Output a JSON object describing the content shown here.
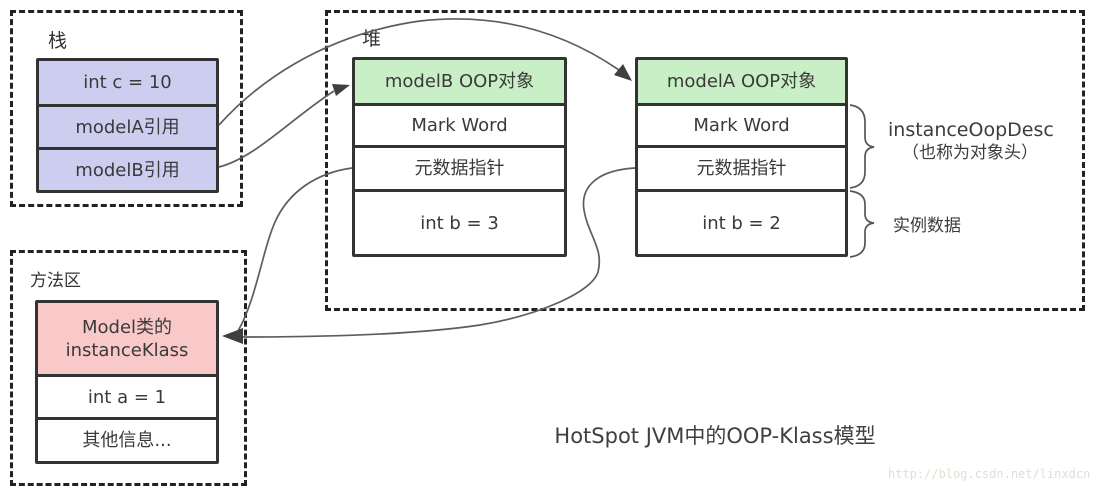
{
  "colors": {
    "stack_fill": "#cdcdf0",
    "oop_header_fill": "#c9efc6",
    "klass_header_fill": "#f9c8c8",
    "border": "#333333",
    "arrow": "#5d5d5d",
    "watermark": "#e4ddd3"
  },
  "stack": {
    "label": "栈",
    "rows": [
      "int c = 10",
      "modelA引用",
      "modelB引用"
    ]
  },
  "heap": {
    "label": "堆",
    "modelB": {
      "header": "modelB OOP对象",
      "rows": [
        "Mark Word",
        "元数据指针",
        "int b = 3"
      ]
    },
    "modelA": {
      "header": "modelA OOP对象",
      "rows": [
        "Mark Word",
        "元数据指针",
        "int b = 2"
      ]
    }
  },
  "method_area": {
    "label": "方法区",
    "header_line1": "Model类的",
    "header_line2": "instanceKlass",
    "rows": [
      "int a = 1",
      "其他信息..."
    ]
  },
  "annotations": {
    "oop_desc_line1": "instanceOopDesc",
    "oop_desc_line2": "（也称为对象头）",
    "instance_data": "实例数据"
  },
  "caption": "HotSpot JVM中的OOP-Klass模型",
  "watermark": "http://blog.csdn.net/linxdcn"
}
